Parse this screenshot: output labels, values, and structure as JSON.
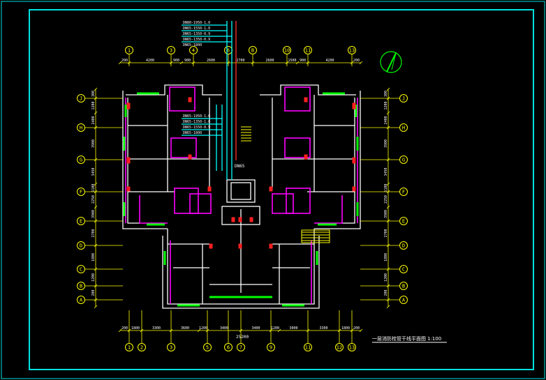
{
  "drawing": {
    "title": "一层消防栓管干线平面图",
    "scale": "1:100",
    "total_width_dim": "25200",
    "colors": {
      "background": "#000000",
      "frame": "#00e0e0",
      "axis": "#ffff00",
      "wall": "#ffffff",
      "partition": "#ff00ff",
      "window": "#00ff00",
      "pipe": "#00ffff",
      "hydrant": "#ff0000",
      "north": "#00ff00"
    },
    "north_arrow_icon": "north-arrow-icon",
    "top_axes": [
      "1",
      "3",
      "4",
      "6",
      "B",
      "10",
      "11",
      "13"
    ],
    "bottom_axes": [
      "1",
      "2",
      "3",
      "5",
      "6",
      "7",
      "9",
      "11",
      "12",
      "13"
    ],
    "left_axes": [
      "J",
      "H",
      "G",
      "F",
      "E",
      "D",
      "C",
      "B",
      "A"
    ],
    "right_axes": [
      "J",
      "H",
      "G",
      "F",
      "E",
      "D",
      "C",
      "B",
      "A"
    ],
    "top_dims": [
      "200",
      "4200",
      "900",
      "900",
      "2600",
      "2700",
      "2600",
      "1500",
      "900",
      "4200",
      "200"
    ],
    "bottom_dims": [
      "200",
      "1800",
      "3300",
      "3600",
      "1200",
      "3400",
      "3400",
      "1200",
      "3000",
      "3300",
      "1800",
      "200"
    ],
    "left_dims": [
      "300",
      "1200",
      "2400",
      "3900",
      "3450",
      "1100",
      "2250",
      "3900",
      "2700",
      "1800",
      "1200",
      "200"
    ],
    "right_dims": [
      "300",
      "1200",
      "2400",
      "3900",
      "3450",
      "1100",
      "2250",
      "3900",
      "2700",
      "1800",
      "1200",
      "200"
    ],
    "pipe_labels_top": [
      "DN80-1950-1.0",
      "DN65-1550-1.0",
      "DN65-1350-0.9",
      "DN65-1350-0.9",
      "DN65-1800"
    ],
    "pipe_labels_mid": [
      "DN65-1950-1.0",
      "DN65-1350-1.0",
      "DN65-1550-0.9",
      "DN65-1800"
    ],
    "riser_label": "DN65"
  }
}
